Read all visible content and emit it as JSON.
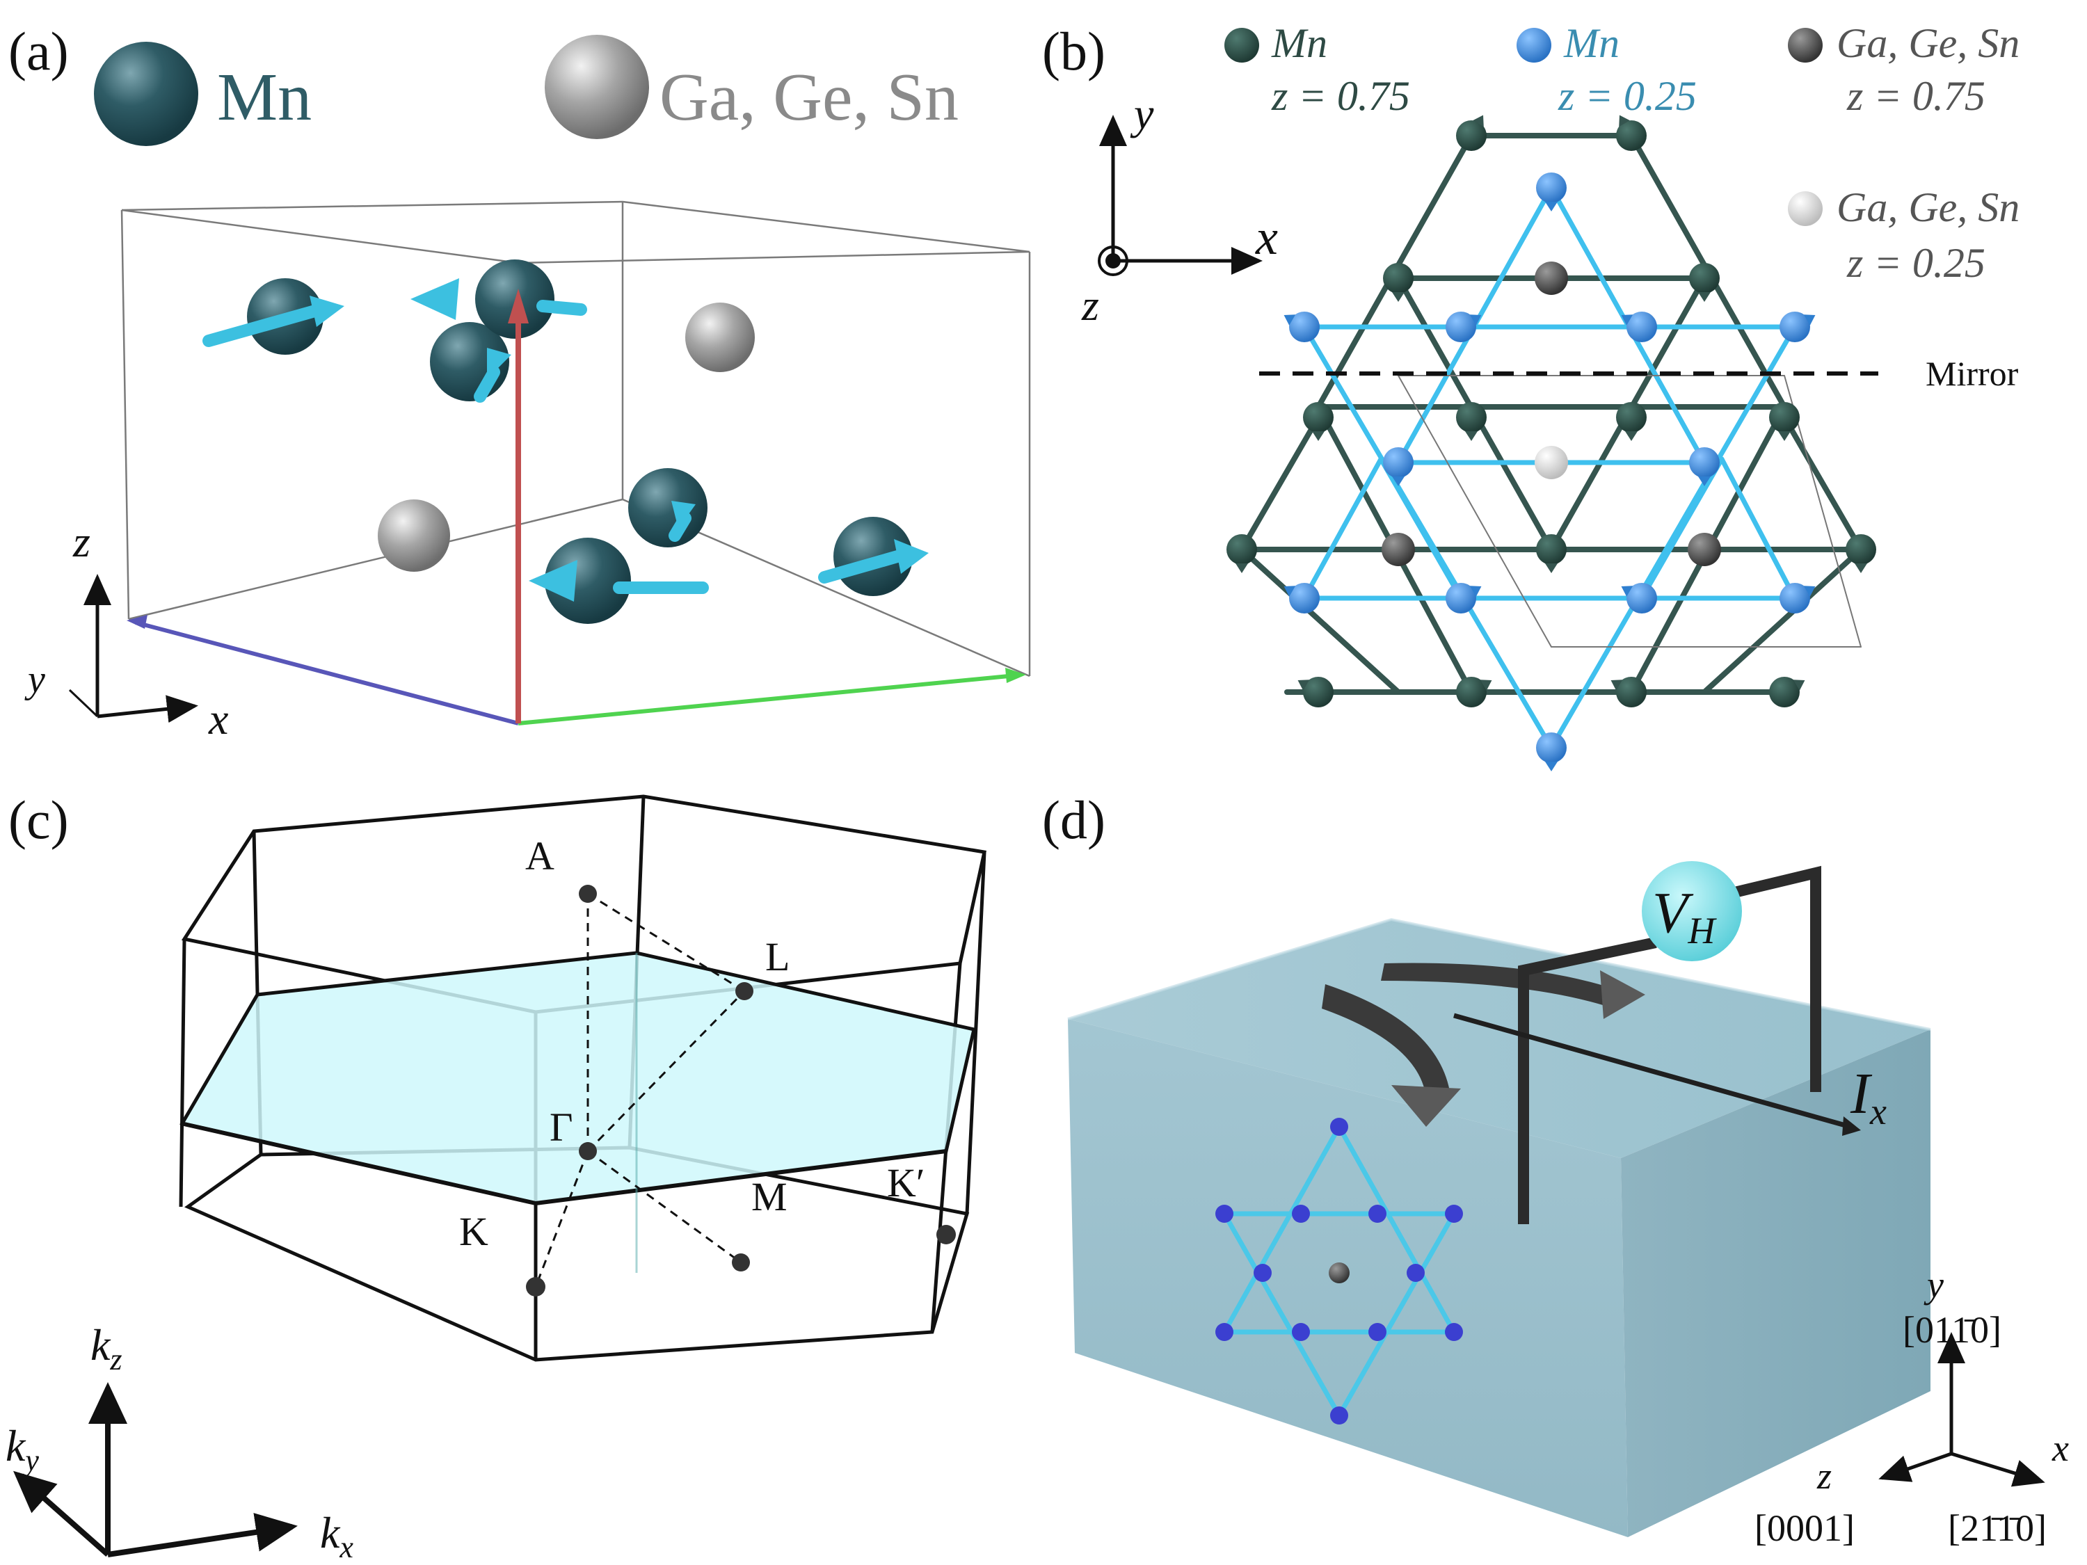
{
  "panel_a": {
    "label": "(a)",
    "legend_mn": "Mn",
    "legend_x": "Ga, Ge, Sn",
    "axis_z": "z",
    "axis_y": "y",
    "axis_x": "x",
    "colors": {
      "mn": "#2f5c66",
      "x_atom": "#9a9a9a",
      "spin_arrow": "#3cc0e0"
    }
  },
  "panel_b": {
    "label": "(b)",
    "legend": [
      {
        "name": "Mn",
        "z": "z = 0.75",
        "color": "#2e4a44"
      },
      {
        "name": "Mn",
        "z": "z = 0.25",
        "color": "#3a86d6"
      },
      {
        "name": "Ga, Ge, Sn",
        "z": "z = 0.75",
        "color": "#555555"
      },
      {
        "name": "Ga, Ge, Sn",
        "z": "z = 0.25",
        "color": "#d9d9d9"
      }
    ],
    "axis_y": "y",
    "axis_x": "x",
    "axis_z": "z",
    "mirror_label": "Mirror"
  },
  "panel_c": {
    "label": "(c)",
    "points": {
      "A": "A",
      "L": "L",
      "Gamma": "Γ",
      "K": "K",
      "M": "M",
      "Kp": "K′"
    },
    "axis_kz": "k",
    "axis_kz_sub": "z",
    "axis_ky": "k",
    "axis_ky_sub": "y",
    "axis_kx": "k",
    "axis_kx_sub": "x"
  },
  "panel_d": {
    "label": "(d)",
    "vh": "V",
    "vh_sub": "H",
    "ix": "I",
    "ix_sub": "x",
    "axis_y": "y",
    "axis_y_idx": "[011̄0]",
    "axis_x": "x",
    "axis_x_idx": "[21̄1̄0]",
    "axis_z": "z",
    "axis_z_idx": "[0001]",
    "colors": {
      "crystal": "#9fc3cf",
      "meter": "#7fe3ea"
    }
  }
}
